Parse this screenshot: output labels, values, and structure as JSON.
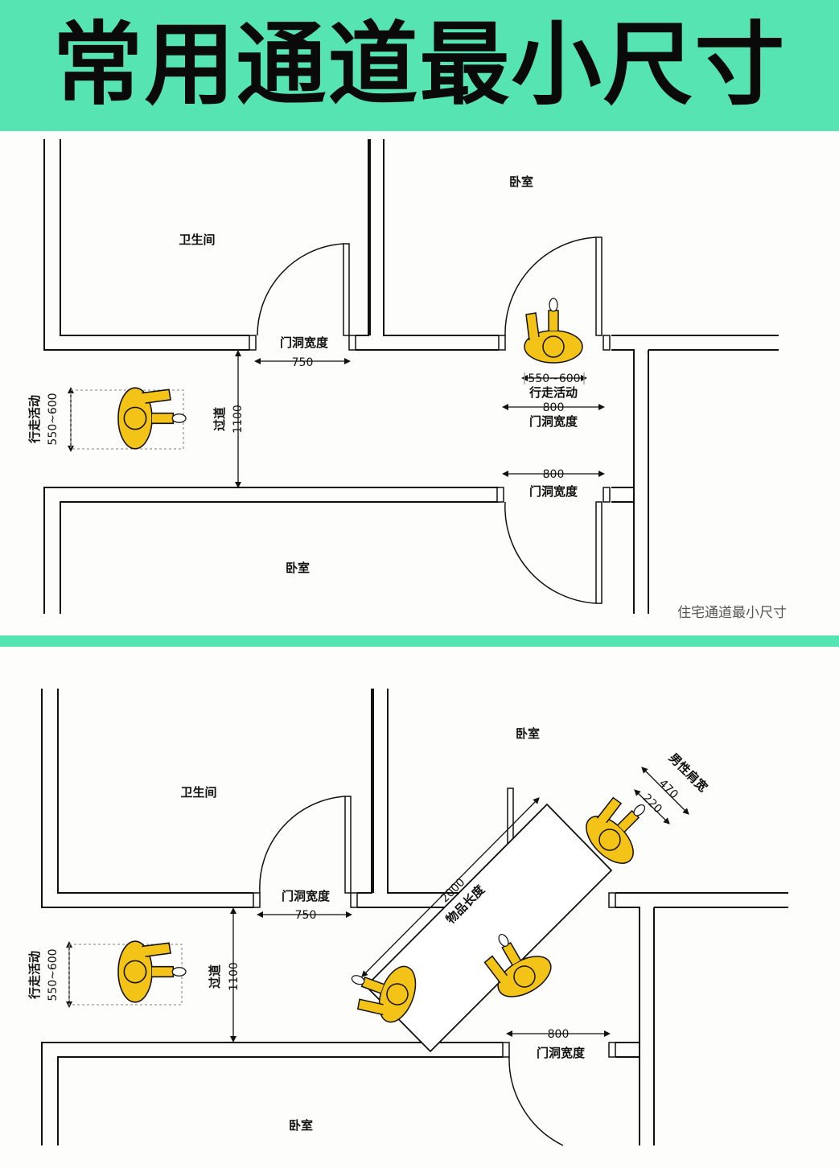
{
  "title": "常用通道最小尺寸",
  "colors": {
    "header": "#56e5b2",
    "person": "#f4c317",
    "person_outline": "#111111"
  },
  "plan1": {
    "bathroom": "卫生间",
    "bedroom_top": "卧室",
    "bedroom_bottom": "卧室",
    "door_width_label_1": "门洞宽度",
    "door_width_value_1": "750",
    "corridor_label": "过道",
    "corridor_value": "1100",
    "walk_label": "行走活动",
    "walk_value": "550~600",
    "walk_label_2": "行走活动",
    "walk_value_2": "550~600",
    "door_width_label_2": "门洞宽度",
    "door_width_value_2": "800",
    "door_width_label_3": "门洞宽度",
    "door_width_value_3": "800",
    "caption": "住宅通道最小尺寸"
  },
  "plan2": {
    "bathroom": "卫生间",
    "bedroom_top": "卧室",
    "bedroom_bottom": "卧室",
    "door_width_label_1": "门洞宽度",
    "door_width_value_1": "750",
    "corridor_label": "过道",
    "corridor_value": "1100",
    "walk_label": "行走活动",
    "walk_value": "550~600",
    "furniture_value": "2000",
    "furniture_label": "物品长度",
    "shoulder_label": "男性肩宽",
    "shoulder_value": "470",
    "depth_value": "220",
    "door_width_label_2": "门洞宽度",
    "door_width_value_2": "800"
  }
}
